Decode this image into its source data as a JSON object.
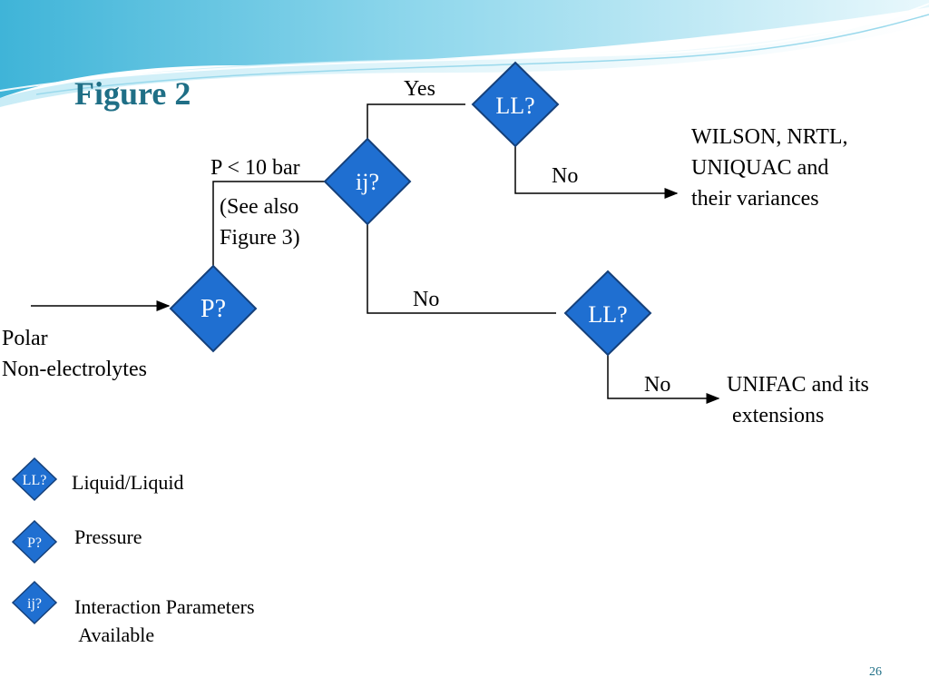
{
  "slide": {
    "title": "Figure 2",
    "page_number": "26"
  },
  "colors": {
    "diamond_fill": "#1f6fd1",
    "diamond_stroke": "#15407a",
    "title": "#1f6f86",
    "banner_dark": "#5bc0de",
    "banner_light": "#dff4fb"
  },
  "nodes": {
    "p_node": "P?",
    "ij_node": "ij?",
    "ll_top_node": "LL?",
    "ll_bottom_node": "LL?"
  },
  "labels": {
    "input": [
      "Polar",
      "Non-electrolytes"
    ],
    "pressure_condition": "P < 10 bar",
    "see_also": [
      "(See also",
      "Figure 3)"
    ],
    "yes": "Yes",
    "no_top": "No",
    "no_middle": "No",
    "no_bottom": "No"
  },
  "outcomes": {
    "top": [
      "WILSON, NRTL,",
      "UNIQUAC and",
      "their variances"
    ],
    "bottom": [
      "UNIFAC and its",
      " extensions"
    ]
  },
  "legend": [
    {
      "symbol": "LL?",
      "text": [
        "Liquid/Liquid"
      ]
    },
    {
      "symbol": "P?",
      "text": [
        "Pressure"
      ]
    },
    {
      "symbol": "ij?",
      "text": [
        "Interaction Parameters",
        " Available"
      ]
    }
  ]
}
